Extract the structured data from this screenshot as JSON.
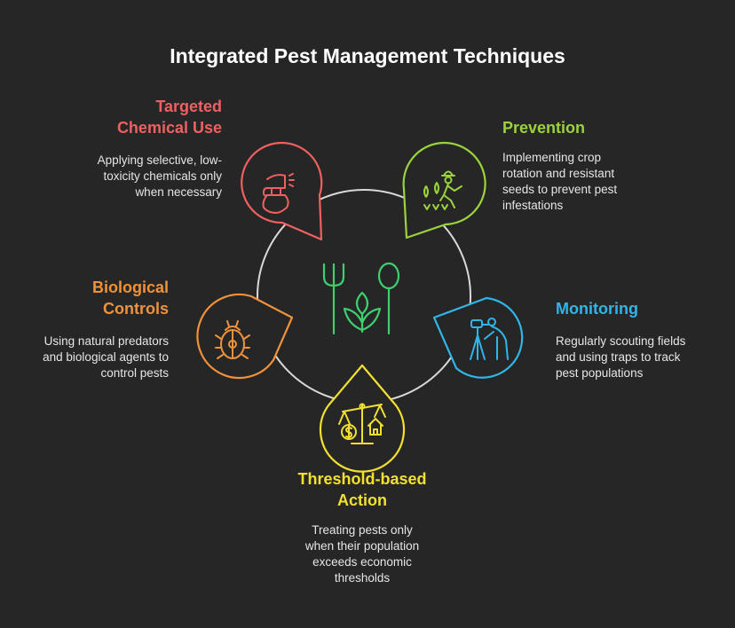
{
  "title": "Integrated Pest Management Techniques",
  "colors": {
    "background": "#262626",
    "center_circle": "#d9d9d9",
    "center_icon": "#3ecf6e",
    "chemical": "#f06060",
    "prevention": "#9bd33c",
    "biological": "#f0923a",
    "monitoring": "#2fb6e8",
    "threshold": "#f2e030"
  },
  "center": {
    "icon": "farming-tools-sprout-icon"
  },
  "items": {
    "chemical": {
      "heading": [
        "Targeted",
        "Chemical Use"
      ],
      "text": [
        "Applying selective, low-",
        "toxicity chemicals only",
        "when necessary"
      ],
      "icon": "spray-bottle-icon"
    },
    "prevention": {
      "heading": [
        "Prevention"
      ],
      "text": [
        "Implementing crop",
        "rotation and resistant",
        "seeds to prevent pest",
        "infestations"
      ],
      "icon": "farmer-planting-icon"
    },
    "biological": {
      "heading": [
        "Biological",
        "Controls"
      ],
      "text": [
        "Using natural predators",
        "and biological agents to",
        "control pests"
      ],
      "icon": "ladybug-icon"
    },
    "monitoring": {
      "heading": [
        "Monitoring"
      ],
      "text": [
        "Regularly scouting fields",
        "and using traps to track",
        "pest populations"
      ],
      "icon": "person-binoculars-icon"
    },
    "threshold": {
      "heading": [
        "Threshold-based",
        "Action"
      ],
      "text": [
        "Treating pests only",
        "when their population",
        "exceeds economic",
        "thresholds"
      ],
      "icon": "balance-scale-icon"
    }
  }
}
